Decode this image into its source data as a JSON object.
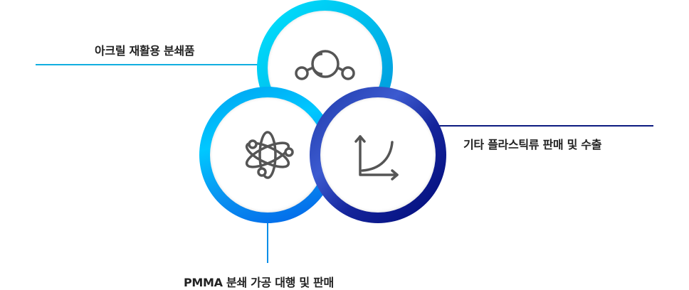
{
  "items": [
    {
      "label": "아크릴 재활용 분쇄품",
      "icon": "molecule-icon"
    },
    {
      "label": "PMMA 분쇄 가공 대행 및 판매",
      "icon": "atom-icon"
    },
    {
      "label": "기타 플라스틱류 판매 및 수출",
      "icon": "growth-chart-icon"
    }
  ],
  "colors": {
    "cyan": "#00c8f0",
    "blue": "#0a6ee8",
    "navy": "#0a1a8a",
    "icon": "#555555"
  }
}
